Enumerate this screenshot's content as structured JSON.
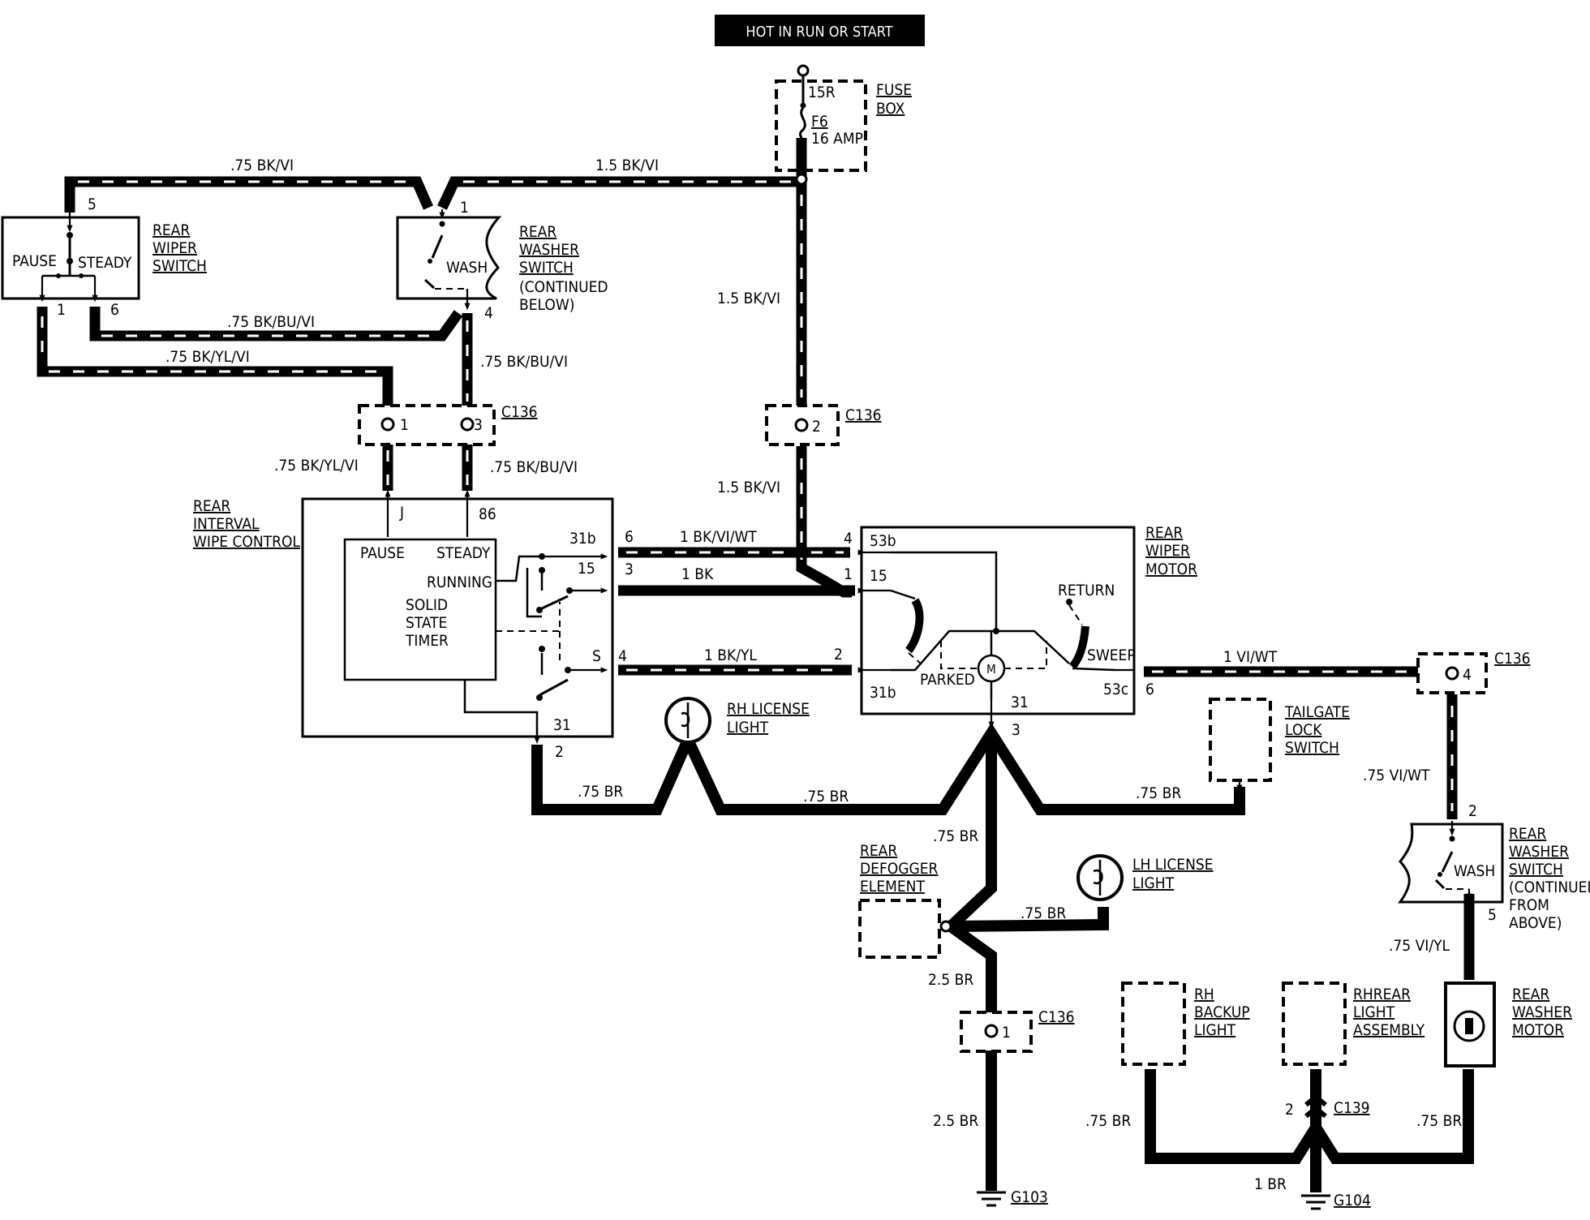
{
  "header": {
    "title": "HOT IN RUN OR START"
  },
  "fuse_box": {
    "name_lines": [
      "FUSE",
      "BOX"
    ],
    "terminal": "15R",
    "fuse": "F6",
    "rating": "16 AMP"
  },
  "rear_wiper_switch": {
    "name_lines": [
      "REAR",
      "WIPER",
      "SWITCH"
    ],
    "pause": "PAUSE",
    "steady": "STEADY",
    "pin_top": "5",
    "pin_left": "1",
    "pin_right": "6"
  },
  "rear_washer_switch_top": {
    "name_lines": [
      "REAR",
      "WASHER",
      "SWITCH",
      "(CONTINUED",
      "BELOW)"
    ],
    "wash": "WASH",
    "pin_top": "1",
    "pin_bottom": "4"
  },
  "rear_washer_switch_bottom": {
    "name_lines": [
      "REAR",
      "WASHER",
      "SWITCH",
      "(CONTINUED",
      "FROM",
      "ABOVE)"
    ],
    "wash": "WASH",
    "pin_top": "2",
    "pin_bottom": "5"
  },
  "rear_interval_wipe_control": {
    "name_lines": [
      "REAR",
      "INTERVAL",
      "WIPE CONTROL"
    ],
    "pin_j": "J",
    "pin_86": "86",
    "pause": "PAUSE",
    "steady": "STEADY",
    "running": "RUNNING",
    "timer_lines": [
      "SOLID",
      "STATE",
      "TIMER"
    ],
    "t31b": "31b",
    "t15": "15",
    "ts": "S",
    "t31": "31",
    "pin_6": "6",
    "pin_3": "3",
    "pin_4": "4",
    "pin_2": "2"
  },
  "rear_wiper_motor": {
    "name_lines": [
      "REAR",
      "WIPER",
      "MOTOR"
    ],
    "t53b": "53b",
    "t15": "15",
    "t31b": "31b",
    "t53c": "53c",
    "t31": "31",
    "return": "RETURN",
    "sweep": "SWEEP",
    "parked": "PARKED",
    "motor": "M",
    "pin_4": "4",
    "pin_1": "1",
    "pin_2": "2",
    "pin_6": "6",
    "pin_3": "3"
  },
  "connectors": {
    "c136": "C136",
    "c139": "C139",
    "c136_a_pins": [
      "1",
      "3"
    ],
    "c136_b_pin": "2",
    "c136_c_pin": "4",
    "c136_d_pin": "1",
    "c139_pin": "2"
  },
  "components": {
    "rh_license": [
      "RH LICENSE",
      "LIGHT"
    ],
    "lh_license": [
      "LH LICENSE",
      "LIGHT"
    ],
    "tailgate": [
      "TAILGATE",
      "LOCK",
      "SWITCH"
    ],
    "defogger": [
      "REAR",
      "DEFOGGER",
      "ELEMENT"
    ],
    "rh_backup": [
      "RH",
      "BACKUP",
      "LIGHT"
    ],
    "rh_rear_light": [
      "RHREAR",
      "LIGHT",
      "ASSEMBLY"
    ],
    "washer_motor": [
      "REAR",
      "WASHER",
      "MOTOR"
    ]
  },
  "grounds": {
    "g103": "G103",
    "g104": "G104"
  },
  "wires": {
    "w_075_bkvi": ".75 BK/VI",
    "w_15_bkvi_top": "1.5 BK/VI",
    "w_15_bkvi_mid": "1.5 BK/VI",
    "w_15_bkvi_low": "1.5 BK/VI",
    "w_075_bkbuvi_a": ".75 BK/BU/VI",
    "w_075_bkylvi_a": ".75 BK/YL/VI",
    "w_075_bkbuvi_b": ".75 BK/BU/VI",
    "w_075_bkylvi_b": ".75 BK/YL/VI",
    "w_075_bkbuvi_c": ".75 BK/BU/VI",
    "w_1_bkviwt": "1 BK/VI/WT",
    "w_1_bk": "1 BK",
    "w_1_bkyl": "1 BK/YL",
    "w_1_viwt": "1 VI/WT",
    "w_075_viwt": ".75 VI/WT",
    "w_075_viyl": ".75 VI/YL",
    "w_075_br_1": ".75 BR",
    "w_075_br_2": ".75 BR",
    "w_075_br_3": ".75 BR",
    "w_075_br_4": ".75 BR",
    "w_075_br_5": ".75 BR",
    "w_25_br_1": "2.5 BR",
    "w_25_br_2": "2.5 BR",
    "w_075_br_6": ".75 BR",
    "w_075_br_7": ".75 BR",
    "w_1_br": "1 BR"
  }
}
